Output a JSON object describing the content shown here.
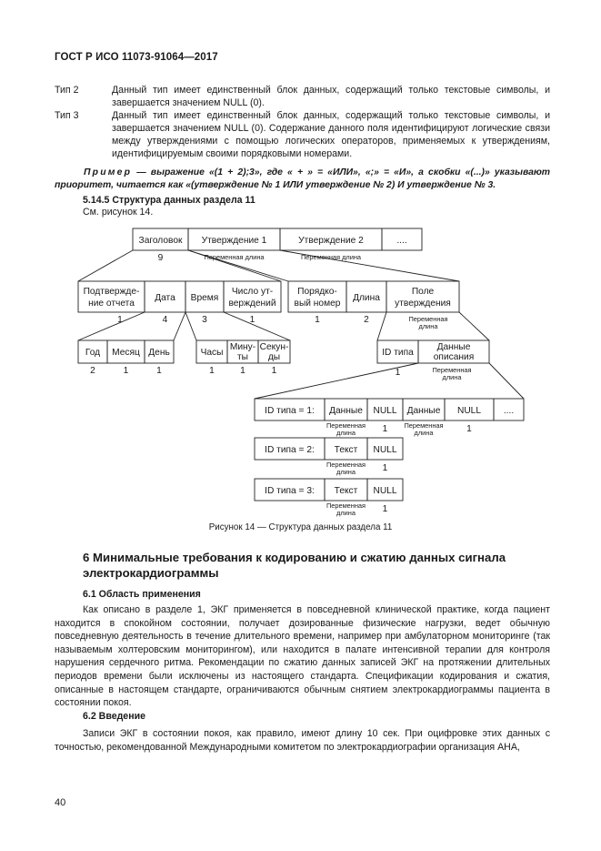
{
  "header": {
    "title": "ГОСТ Р ИСО 11073-91064—2017"
  },
  "types": [
    {
      "label": "Тип 2",
      "text": "Данный тип имеет единственный блок данных, содержащий только текстовые символы, и завершается значением NULL (0)."
    },
    {
      "label": "Тип 3",
      "text": "Данный тип имеет единственный блок данных, содержащий только текстовые символы, и завершается значением NULL (0). Содержание данного поля идентифицируют логические связи между утверждениями с помощью логических операторов, применяемых к утверждениям, идентифицируемым своими порядковыми номерами."
    }
  ],
  "example": {
    "word": "Пример",
    "text": " — выражение «(1 + 2);3», где « + » = «ИЛИ», «;» = «И», а скобки «(...)» указывают приоритет, читается как «(утверждение № 1 ИЛИ утверждение № 2) И утверждение № 3."
  },
  "section_5_14_5": {
    "heading": "5.14.5 Структура данных раздела 11",
    "see": "См. рисунок 14."
  },
  "diagram": {
    "header_boxes": [
      "Заголовок",
      "Утверждение 1",
      "Утверждение  2",
      "...."
    ],
    "header_len": "9",
    "var_len": "Переменная длина",
    "var_len_two": [
      "Переменная",
      "длина"
    ],
    "header_fields": [
      {
        "lines": [
          "Подтвержде-",
          "ние отчета"
        ],
        "len": "1"
      },
      {
        "lines": [
          "Дата"
        ],
        "len": "4"
      },
      {
        "lines": [
          "Время"
        ],
        "len": "3"
      },
      {
        "lines": [
          "Число ут-",
          "верждений"
        ],
        "len": "1"
      }
    ],
    "statement_fields": [
      {
        "lines": [
          "Порядко-",
          "вый номер"
        ],
        "len": "1"
      },
      {
        "lines": [
          "Длина"
        ],
        "len": "2"
      },
      {
        "lines": [
          "Поле",
          "утверждения"
        ]
      }
    ],
    "date_fields": [
      {
        "label": "Год",
        "len": "2"
      },
      {
        "label": "Месяц",
        "len": "1"
      },
      {
        "label": "День",
        "len": "1"
      }
    ],
    "time_fields": [
      {
        "lines": [
          "Часы"
        ],
        "len": "1"
      },
      {
        "lines": [
          "Мину-",
          "ты"
        ],
        "len": "1"
      },
      {
        "lines": [
          "Секун-",
          "ды"
        ],
        "len": "1"
      }
    ],
    "field_parts": {
      "id_type": "ID типа",
      "id_len": "1",
      "data": [
        "Данные",
        "описания"
      ]
    },
    "type1": {
      "id": "ID типа = 1:",
      "cells": [
        "Данные",
        "NULL",
        "Данные",
        "NULL",
        "...."
      ],
      "lens": [
        "1",
        "1"
      ]
    },
    "type2": {
      "id": "ID типа = 2:",
      "cells": [
        "Текст",
        "NULL"
      ],
      "len": "1"
    },
    "type3": {
      "id": "ID типа = 3:",
      "cells": [
        "Текст",
        "NULL"
      ],
      "len": "1"
    },
    "caption": "Рисунок 14 — Структура данных раздела 11"
  },
  "section_6": {
    "title": "6 Минимальные требования к кодированию и сжатию данных сигнала электрокардиограммы",
    "s6_1": {
      "heading": "6.1 Область применения",
      "text": "Как описано в разделе 1, ЭКГ применяется в повседневной клинической практике, когда пациент находится в спокойном состоянии, получает дозированные физические нагрузки, ведет обычную повседневную деятельность в течение длительного времени, например при амбулаторном мониторинге (так называемым холтеровским мониторингом), или находится в палате интенсивной терапии для контроля нарушения сердечного ритма. Рекомендации по сжатию данных записей ЭКГ на протяжении длительных периодов времени были исключены из настоящего стандарта. Спецификации кодирования и сжатия, описанные в настоящем стандарте, ограничиваются обычным снятием электрокардиограммы пациента в состоянии покоя."
    },
    "s6_2": {
      "heading": "6.2 Введение",
      "text": "Записи ЭКГ в состоянии покоя, как правило, имеют длину 10 сек. При оцифровке этих данных с точностью, рекомендованной Международными комитетом по электрокардиографии организация AHA,"
    }
  },
  "page_number": "40"
}
